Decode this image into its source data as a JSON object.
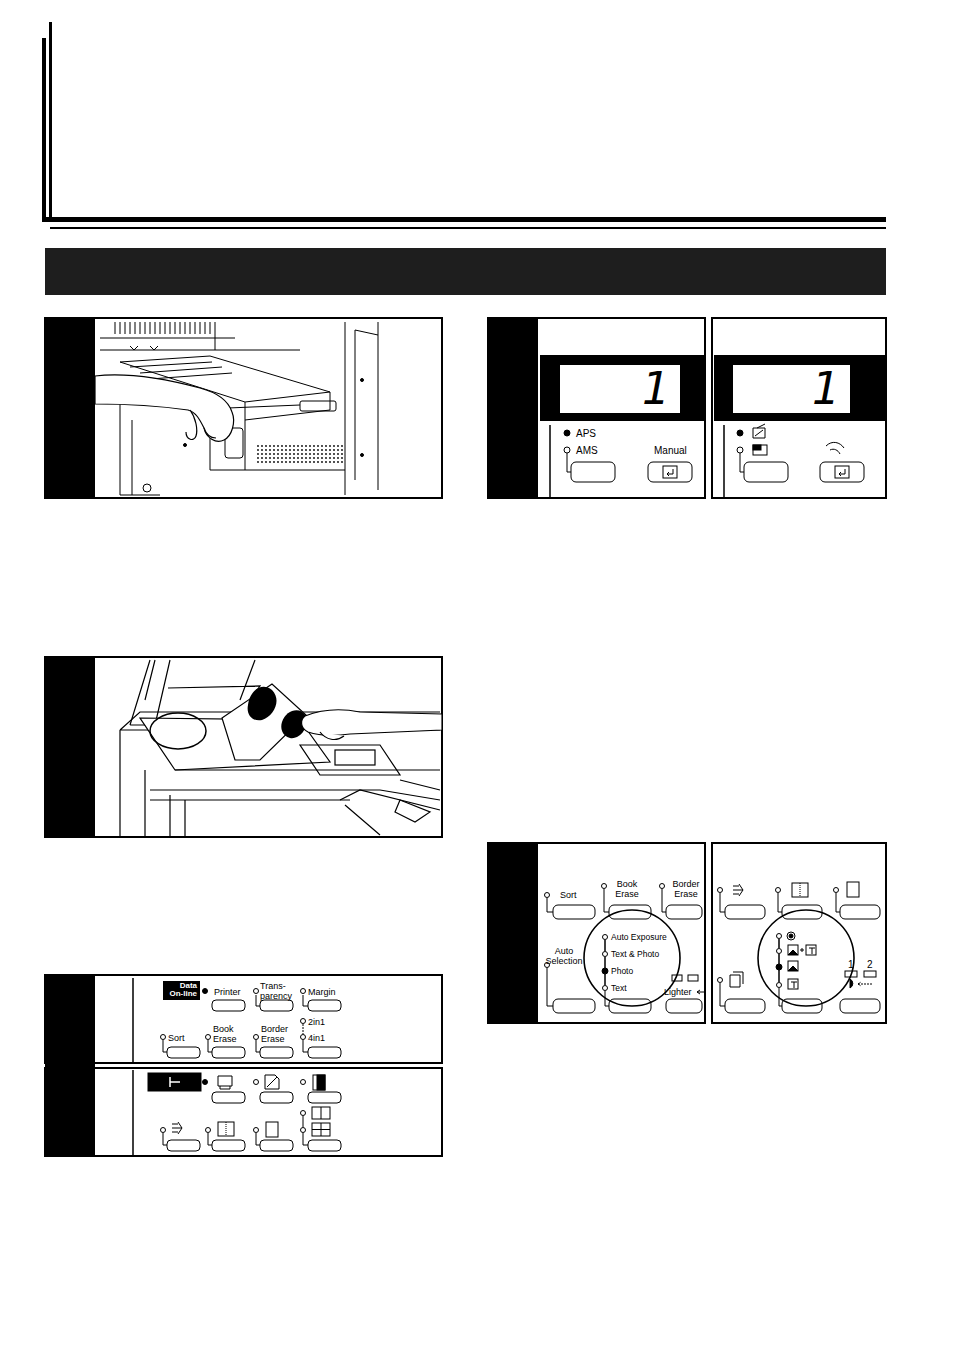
{
  "diagram": {
    "nodes": [
      {
        "text": [
          "Data On-line"
        ]
      },
      {
        "text": [
          "1"
        ]
      },
      {
        "text": [
          "1"
        ]
      }
    ],
    "labels": [
      "Printer",
      "Trans- parency",
      "Margin",
      "Sort",
      "Book Erase",
      "Border Erase",
      "2in1",
      "4in1",
      "APS",
      "AMS",
      "Manual",
      "Sort",
      "Book Erase",
      "Border Erase",
      "Auto Exposure",
      "Text & Photo",
      "Photo",
      "Text",
      "Auto Selection",
      "Lighter",
      "1",
      "2"
    ]
  }
}
